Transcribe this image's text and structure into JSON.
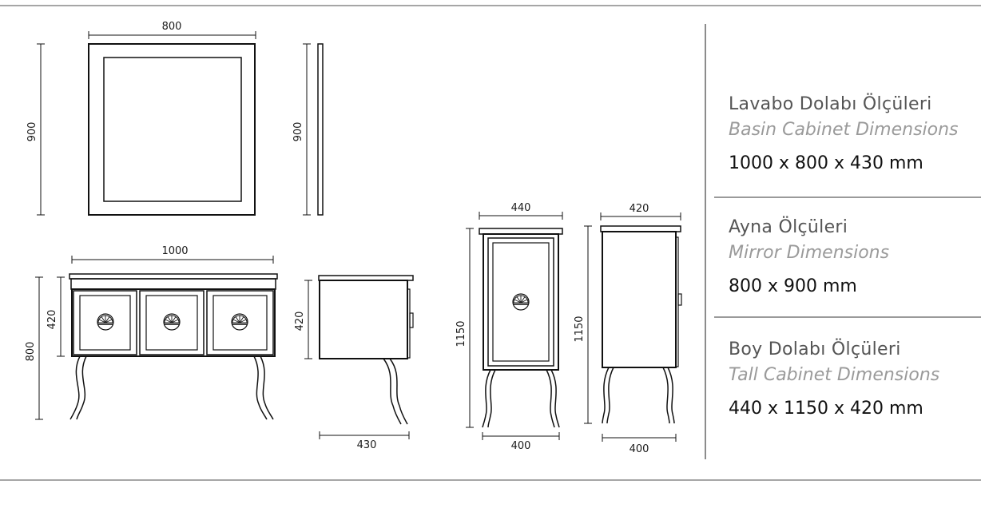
{
  "drawing": {
    "mirror_front": {
      "width": "800",
      "height": "900"
    },
    "mirror_side": {
      "height": "900"
    },
    "basin_front": {
      "width": "1000",
      "height": "800",
      "body_height": "420"
    },
    "basin_side": {
      "height": "420",
      "depth": "430"
    },
    "tall_front": {
      "width": "440",
      "height": "1150",
      "base_width": "400"
    },
    "tall_side": {
      "depth": "420",
      "height": "1150",
      "base_depth": "400"
    }
  },
  "specs": [
    {
      "title_tr": "Lavabo Dolabı Ölçüleri",
      "title_en": "Basin Cabinet Dimensions",
      "dimensions": "1000 x 800 x 430 mm"
    },
    {
      "title_tr": "Ayna Ölçüleri",
      "title_en": "Mirror Dimensions",
      "dimensions": "800 x 900 mm"
    },
    {
      "title_tr": "Boy Dolabı Ölçüleri",
      "title_en": "Tall Cabinet Dimensions",
      "dimensions": "440 x 1150 x 420 mm"
    }
  ]
}
